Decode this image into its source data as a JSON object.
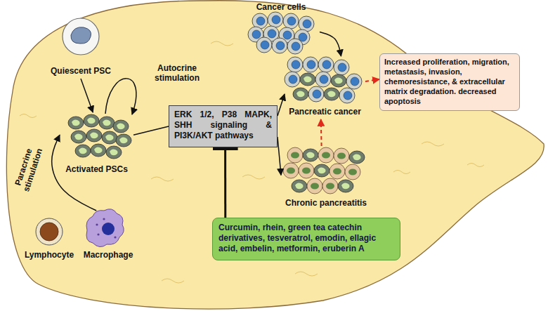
{
  "diagram": {
    "nodes": [
      {
        "text": [
          "Quiescent PSC"
        ]
      },
      {
        "text": [
          "Cancer cells"
        ]
      },
      {
        "text": [
          "Activated PSCs"
        ]
      },
      {
        "text": [
          "ERK 1/2, P38 MAPK, SHH signaling & PI3K/AKT pathways"
        ]
      },
      {
        "text": [
          "Pancreatic cancer"
        ]
      },
      {
        "text": [
          "Increased proliferation, migration, metastasis, invasion, chemoresistance, & extracellular matrix degradation. decreased apoptosis"
        ]
      },
      {
        "text": [
          "Chronic pancreatitis"
        ]
      },
      {
        "text": [
          "Lymphocyte"
        ]
      },
      {
        "text": [
          "Macrophage"
        ]
      },
      {
        "text": [
          "Curcumin, rhein, green tea catechin derivatives, tesveratrol, emodin, ellagic acid, embelin, metformin, eruberin A"
        ]
      }
    ],
    "edges": [
      {
        "from": 0,
        "to": 2,
        "arrow": "to"
      },
      {
        "from": 1,
        "to": 4,
        "arrow": "to"
      },
      {
        "from": 2,
        "to": 3,
        "arrow": "none"
      },
      {
        "from": 3,
        "to": 4,
        "arrow": "to"
      },
      {
        "from": 3,
        "to": 6,
        "arrow": "to"
      },
      {
        "from": 6,
        "to": 4,
        "arrow": "to"
      },
      {
        "from": 4,
        "to": 5,
        "arrow": "to"
      },
      {
        "from": 8,
        "to": 2,
        "arrow": "to",
        "label": "Paracrine stimulation"
      },
      {
        "from": 9,
        "to": 3,
        "arrow": "to"
      }
    ],
    "labels": [
      "Autocrine stimulation"
    ]
  }
}
